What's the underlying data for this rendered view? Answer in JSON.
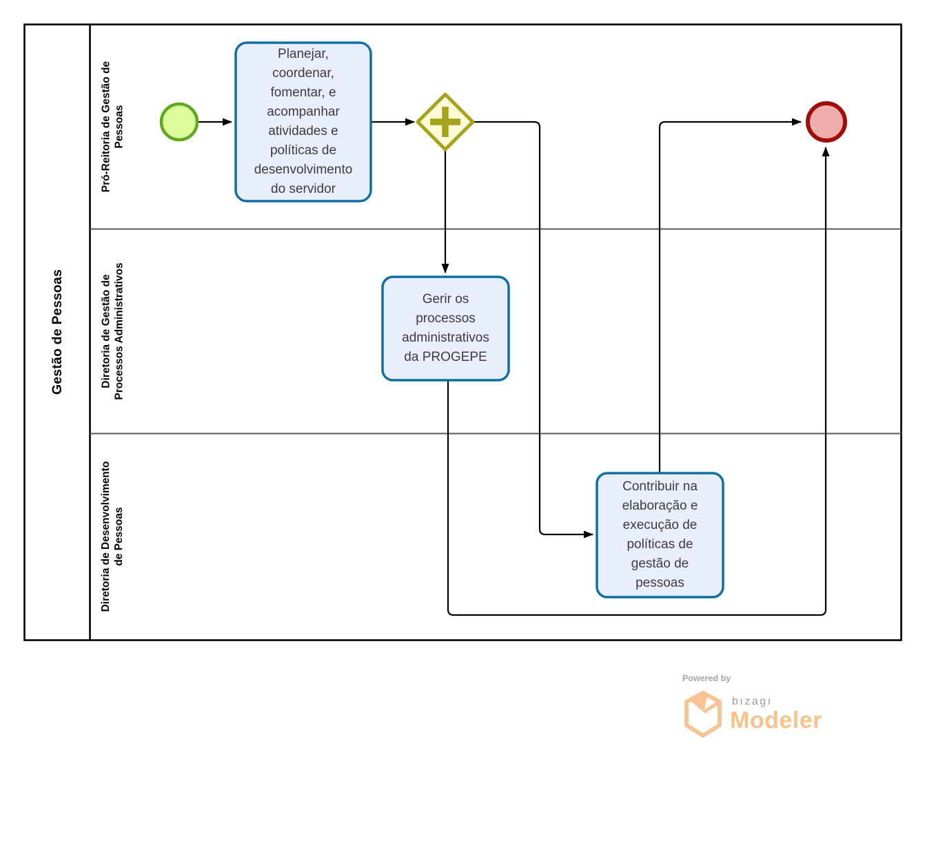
{
  "pool": {
    "title": "Gestão de Pessoas",
    "lanes": {
      "lane1": {
        "name": [
          "Pró-Reitoria de Gestão de",
          "Pessoas"
        ]
      },
      "lane2": {
        "name": [
          "Diretoria de Gestão de",
          "Processos Administrativos"
        ]
      },
      "lane3": {
        "name": [
          "Diretoria de Desenvolvimento",
          "de Pessoas"
        ]
      }
    }
  },
  "tasks": {
    "planejar": {
      "label": [
        "Planejar,",
        "coordenar,",
        "fomentar, e",
        "acompanhar",
        "atividades e",
        "políticas de",
        "desenvolvimento",
        "do servidor"
      ]
    },
    "gerir": {
      "label": [
        "Gerir os",
        "processos",
        "administrativos",
        "da PROGEPE"
      ]
    },
    "contribuir": {
      "label": [
        "Contribuir na",
        "elaboração e",
        "execução de",
        "políticas de",
        "gestão de",
        "pessoas"
      ]
    }
  },
  "events": {
    "start": {
      "kind": "start-event"
    },
    "end": {
      "kind": "end-event"
    }
  },
  "gateway": {
    "kind": "parallel-gateway"
  },
  "colors": {
    "task_fill": "#e9eefc",
    "task_border": "#0f6fa3",
    "start_fill": "#dcfc9b",
    "start_border": "#61a820",
    "end_fill": "#efadad",
    "end_border": "#a00d0d",
    "gateway_fill": "#fbfbd8",
    "gateway_border": "#a8a31c",
    "flow": "#000000",
    "pool_border": "#000000",
    "lane_line": "#595959",
    "brand_orange": "#f8c494",
    "brand_gray": "#9b9b9b"
  },
  "footer": {
    "powered_by": "Powered by",
    "brand": "bızagı",
    "product": "Modeler"
  }
}
